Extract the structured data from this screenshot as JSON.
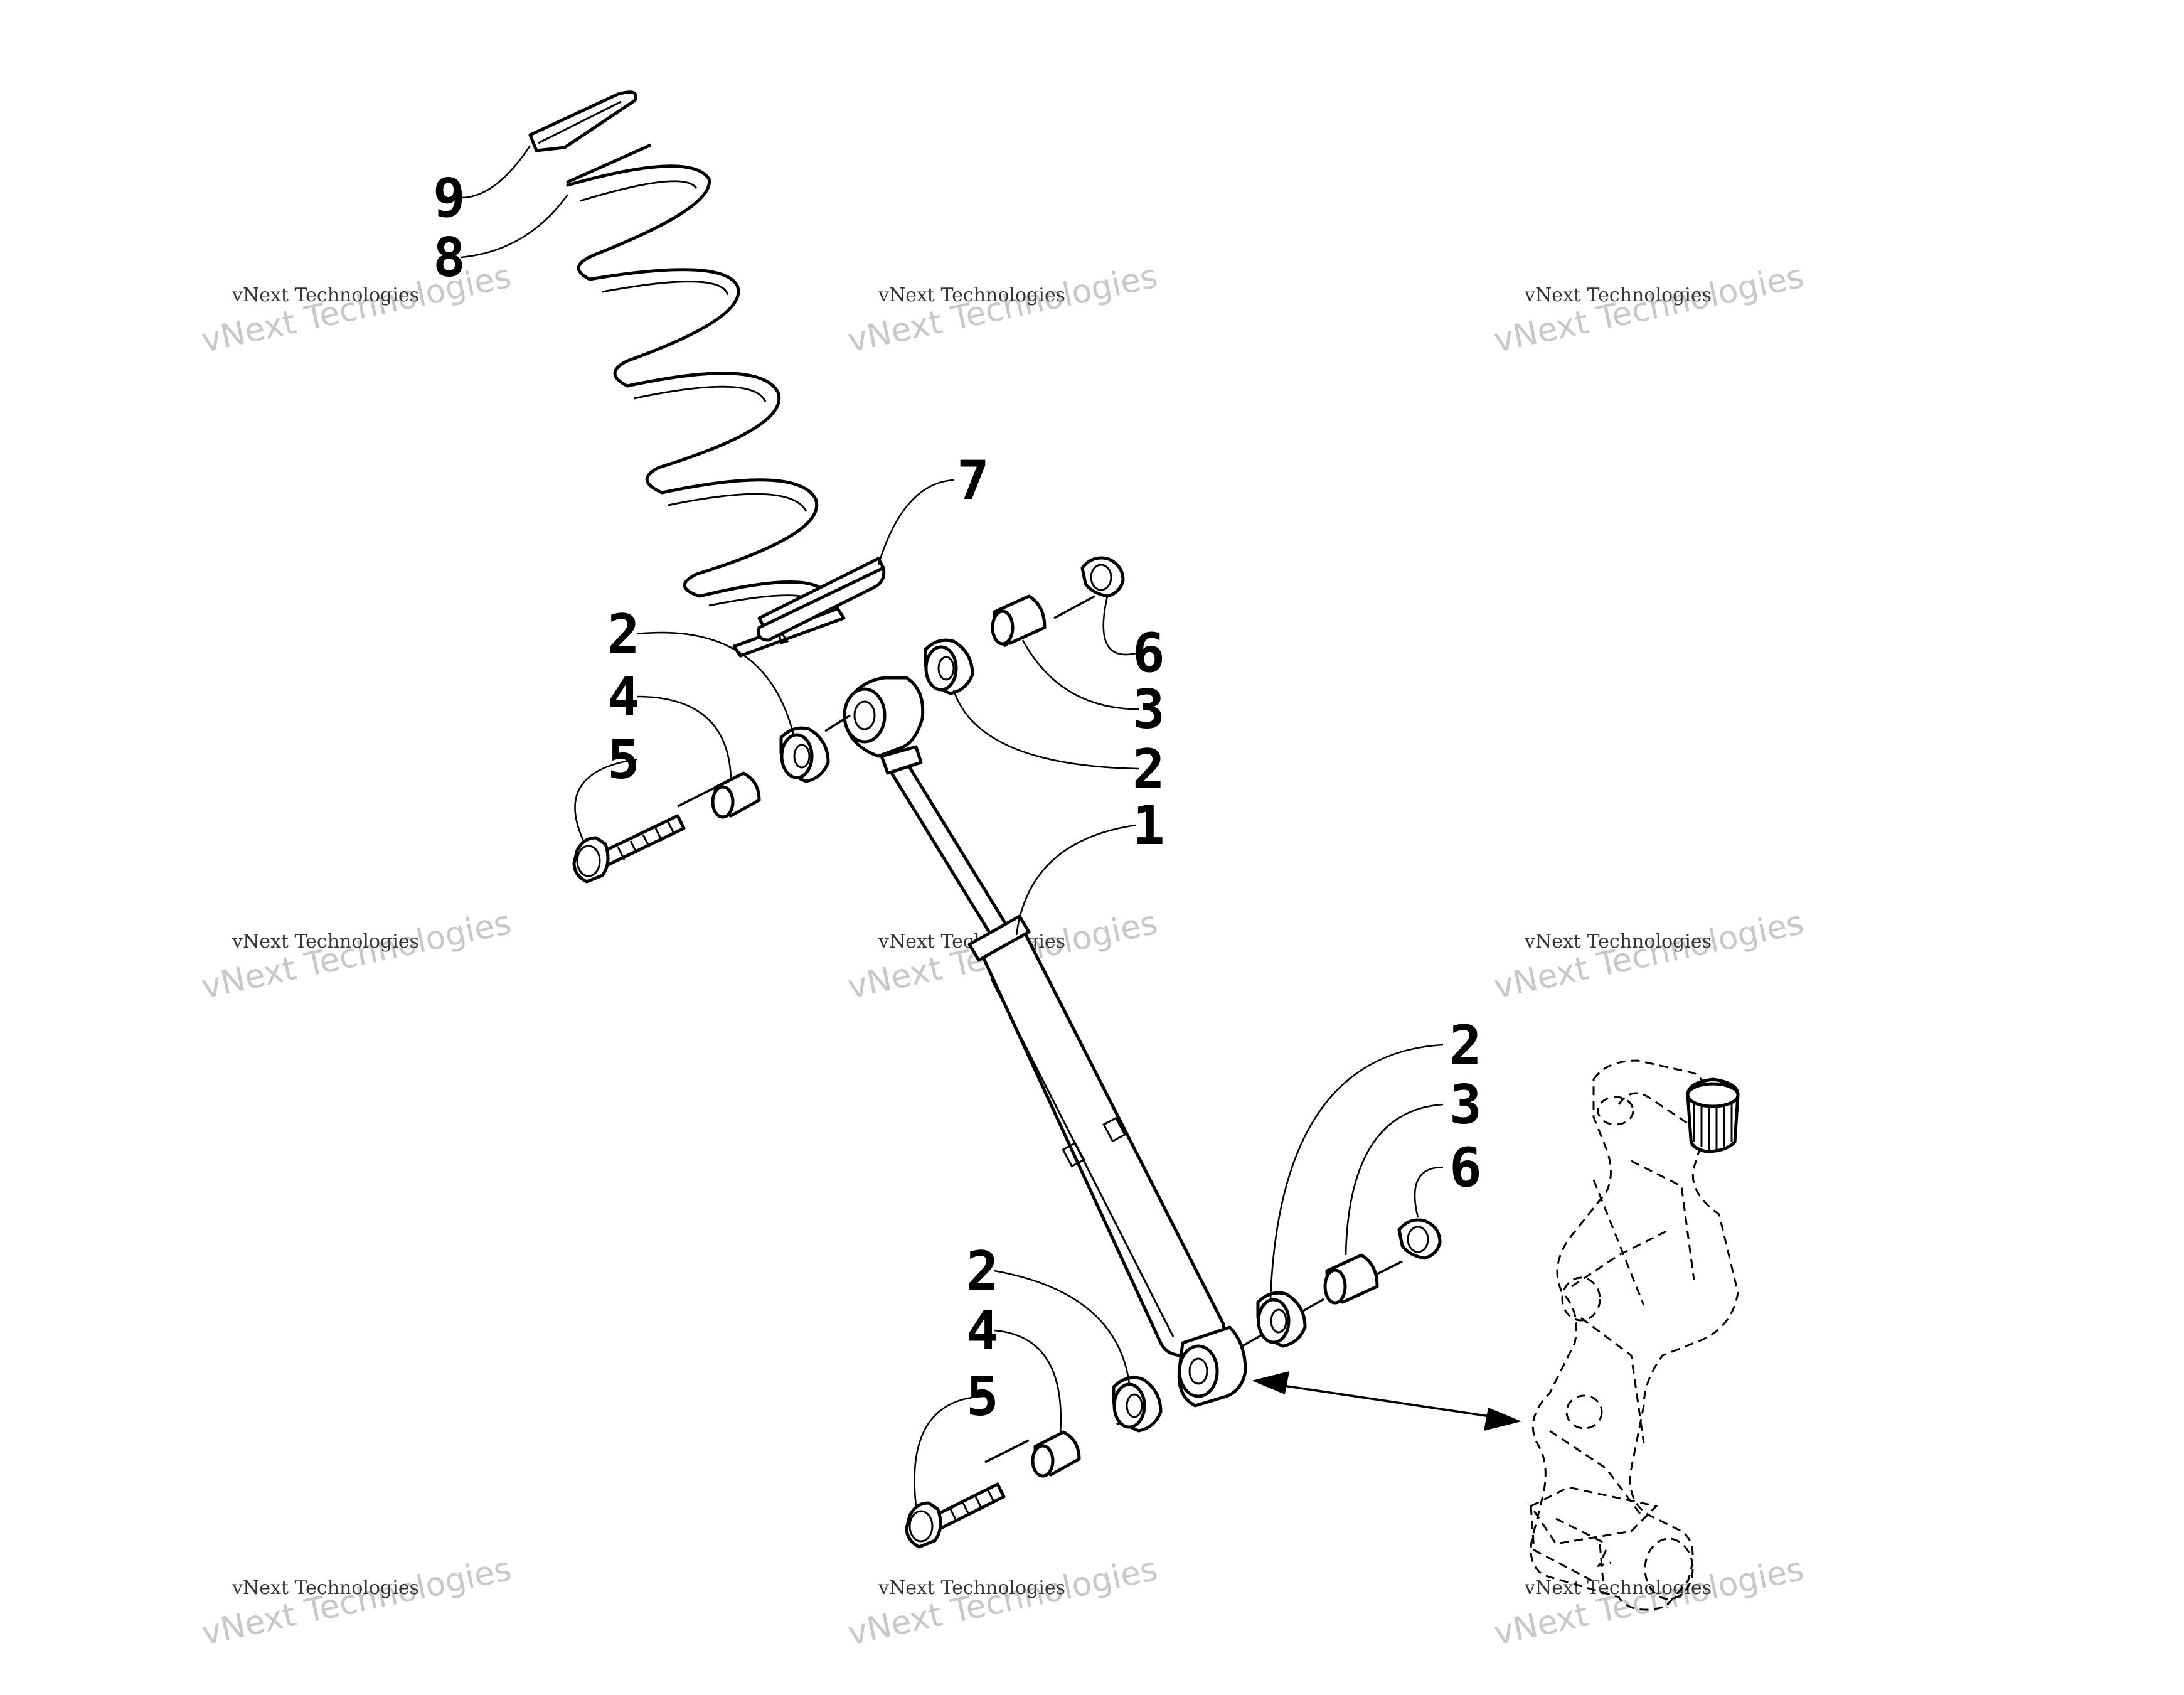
{
  "diagram": {
    "callouts": [
      {
        "id": "c9",
        "label": "9"
      },
      {
        "id": "c8",
        "label": "8"
      },
      {
        "id": "c7",
        "label": "7"
      },
      {
        "id": "c2a",
        "label": "2"
      },
      {
        "id": "c4a",
        "label": "4"
      },
      {
        "id": "c5a",
        "label": "5"
      },
      {
        "id": "c6a",
        "label": "6"
      },
      {
        "id": "c3a",
        "label": "3"
      },
      {
        "id": "c2b",
        "label": "2"
      },
      {
        "id": "c1",
        "label": "1"
      },
      {
        "id": "c2c",
        "label": "2"
      },
      {
        "id": "c3b",
        "label": "3"
      },
      {
        "id": "c6b",
        "label": "6"
      },
      {
        "id": "c2d",
        "label": "2"
      },
      {
        "id": "c4b",
        "label": "4"
      },
      {
        "id": "c5b",
        "label": "5"
      }
    ]
  },
  "watermark": {
    "line_small": "vNext Technologies",
    "line_large": "vNext Technologies"
  },
  "colors": {
    "ink": "#000000",
    "background": "#ffffff",
    "watermark": "#c8c8c8"
  }
}
